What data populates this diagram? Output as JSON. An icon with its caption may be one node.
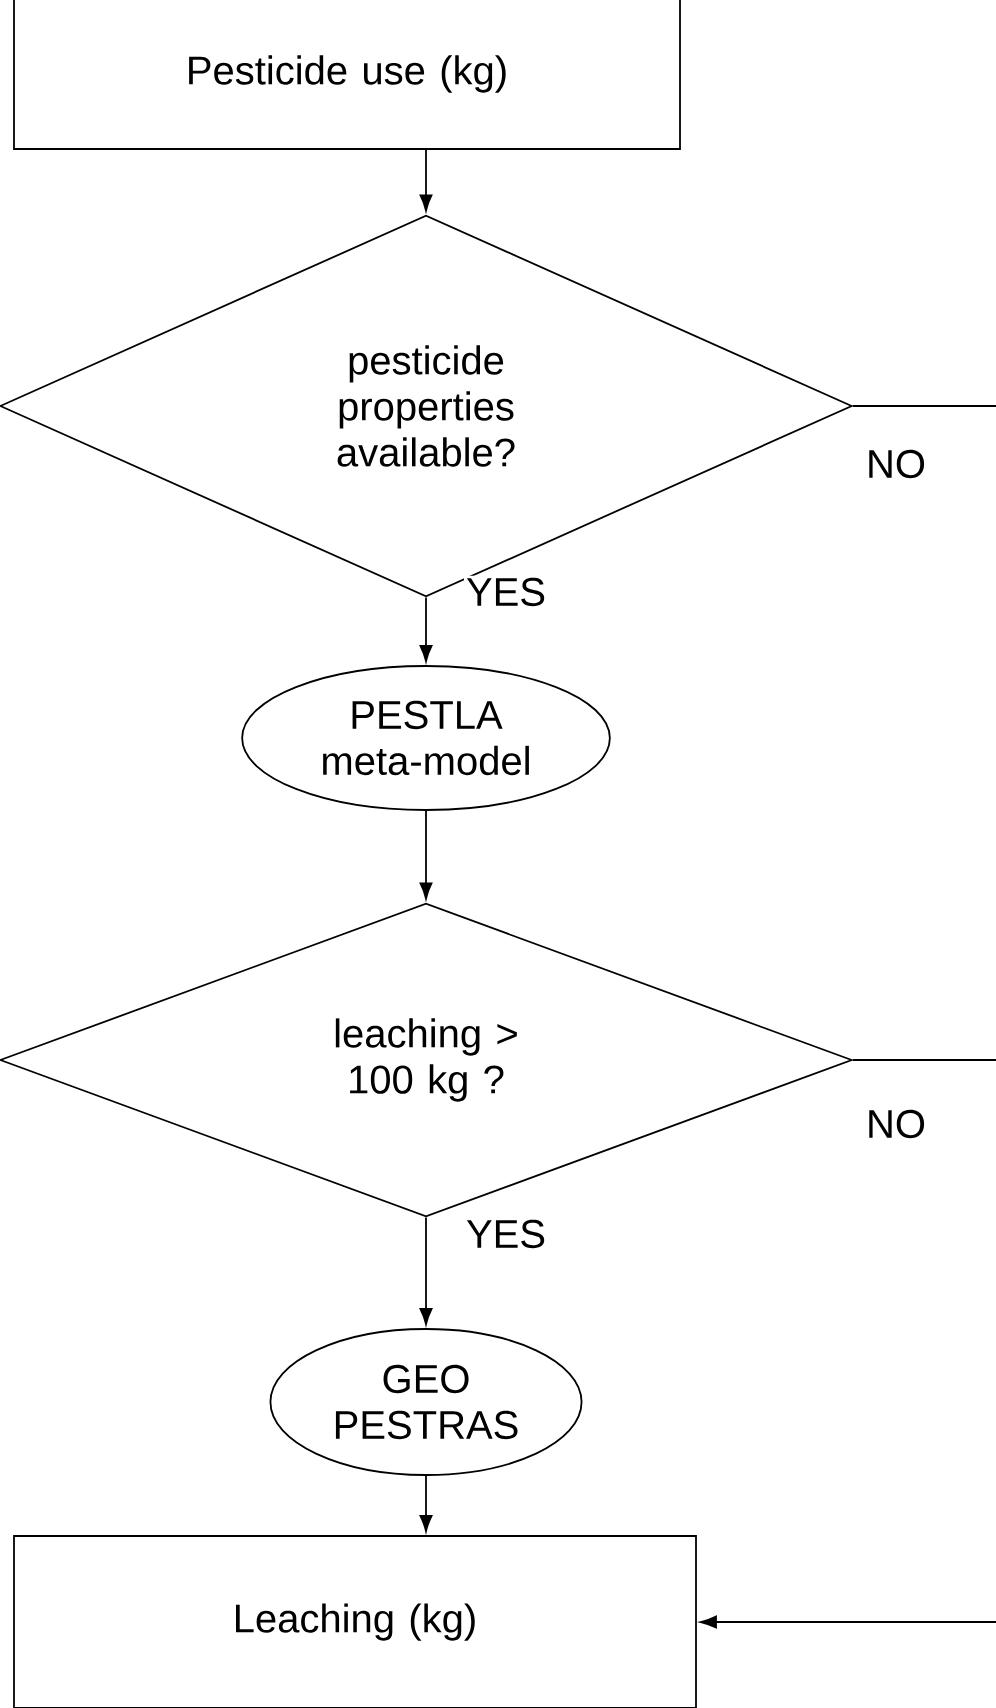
{
  "diagram": {
    "nodes": [
      {
        "text": [
          "Pesticide use (kg)"
        ]
      },
      {
        "text": [
          "pesticide properties available?"
        ]
      },
      {
        "text": [
          "PESTLA meta-model"
        ]
      },
      {
        "text": [
          "leaching > 100 kg ?"
        ]
      },
      {
        "text": [
          "GEO PESTRAS"
        ]
      },
      {
        "text": [
          "Leaching (kg)"
        ]
      }
    ],
    "edges": [
      {
        "from": 0,
        "to": 1,
        "arrow": "to"
      },
      {
        "from": 1,
        "to": 2,
        "arrow": "to",
        "label": "YES"
      },
      {
        "from": 2,
        "to": 3,
        "arrow": "to"
      },
      {
        "from": 3,
        "to": 4,
        "arrow": "to",
        "label": "YES"
      },
      {
        "from": 4,
        "to": 5,
        "arrow": "to"
      },
      {
        "from": 1,
        "to": null,
        "arrow": "none",
        "label": "NO"
      },
      {
        "from": 3,
        "to": null,
        "arrow": "none",
        "label": "NO"
      },
      {
        "from": null,
        "to": 5,
        "arrow": "to"
      }
    ]
  }
}
